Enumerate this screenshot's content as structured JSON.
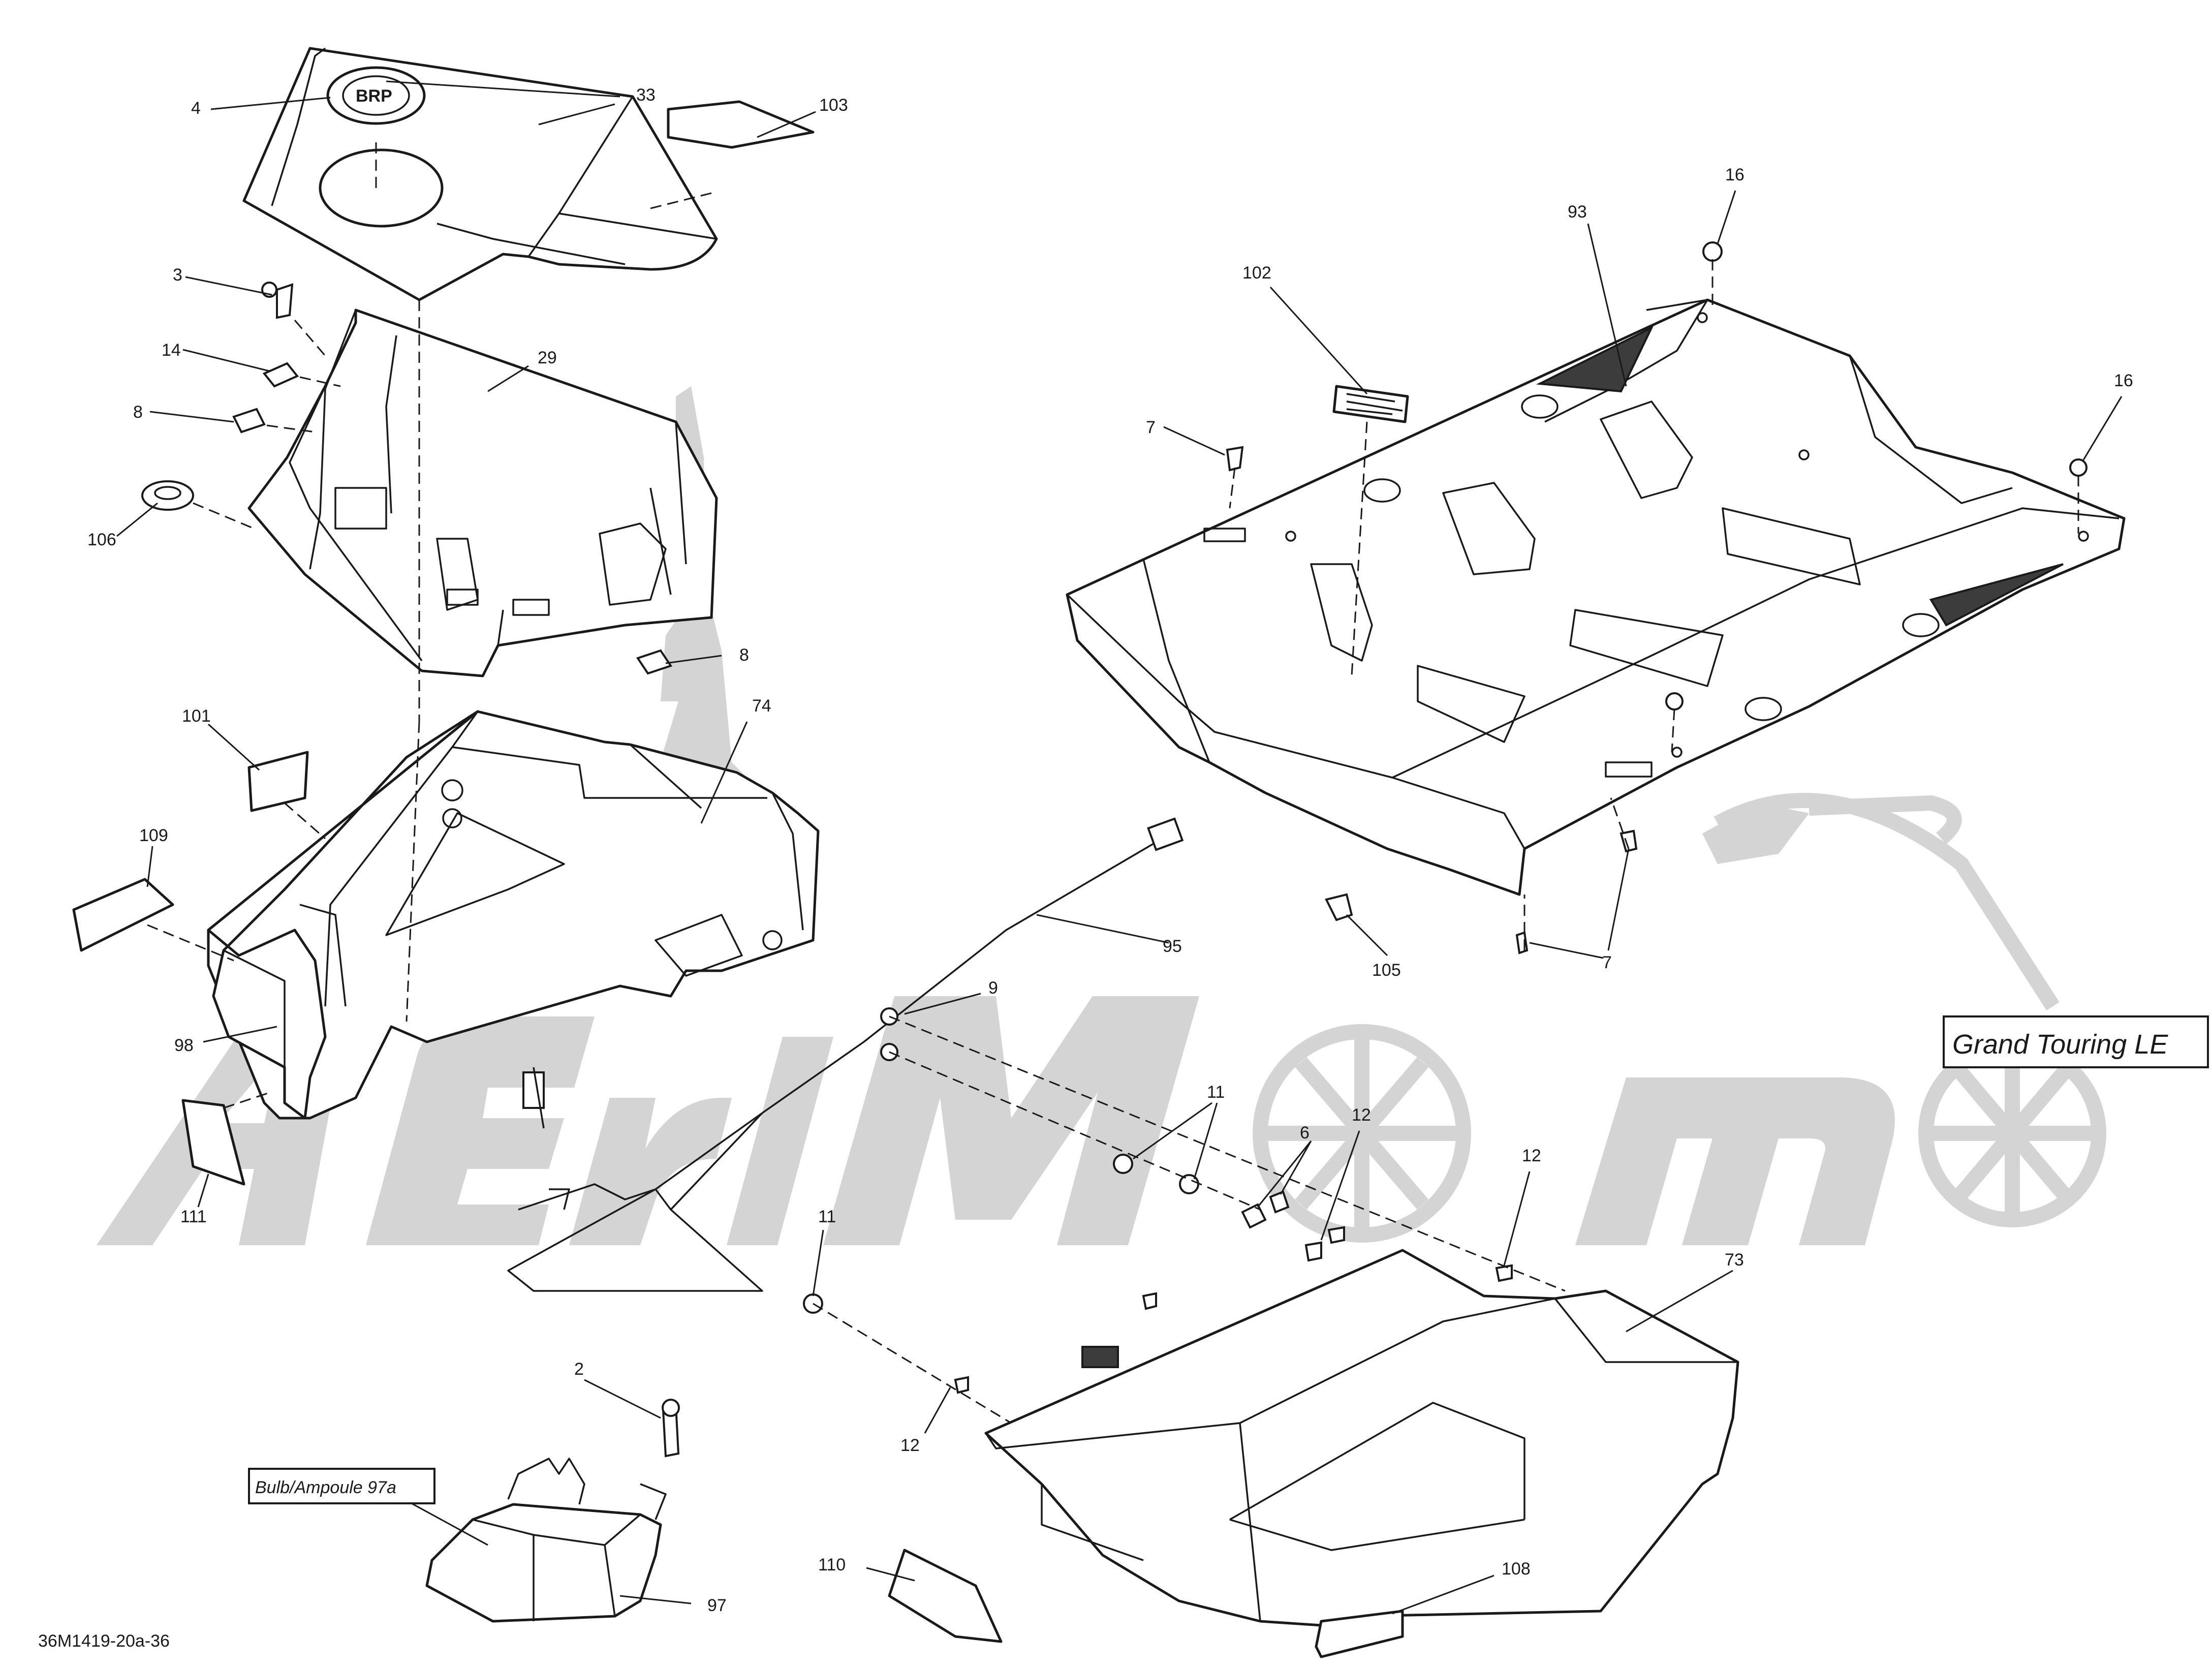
{
  "diagram_code": "36M1419-20a-36",
  "model_label": "Grand Touring LE",
  "bulb_label": "Bulb/Ampoule 97a",
  "watermark_icon": "motorcycle-logo-watermark",
  "callouts": {
    "c4": "4",
    "c33": "33",
    "c103": "103",
    "c3": "3",
    "c29": "29",
    "c14": "14",
    "c8a": "8",
    "c106": "106",
    "c8b": "8",
    "c101": "101",
    "c74": "74",
    "c109": "109",
    "c98": "98",
    "c111": "111",
    "c95": "95",
    "c9": "9",
    "c11a": "11",
    "c6": "6",
    "c12a": "12",
    "c12b": "12",
    "c11b": "11",
    "c12c": "12",
    "c73": "73",
    "c2": "2",
    "c97": "97",
    "c110": "110",
    "c108": "108",
    "c93": "93",
    "c16a": "16",
    "c16b": "16",
    "c102": "102",
    "c7a": "7",
    "c7b": "7",
    "c105": "105"
  }
}
